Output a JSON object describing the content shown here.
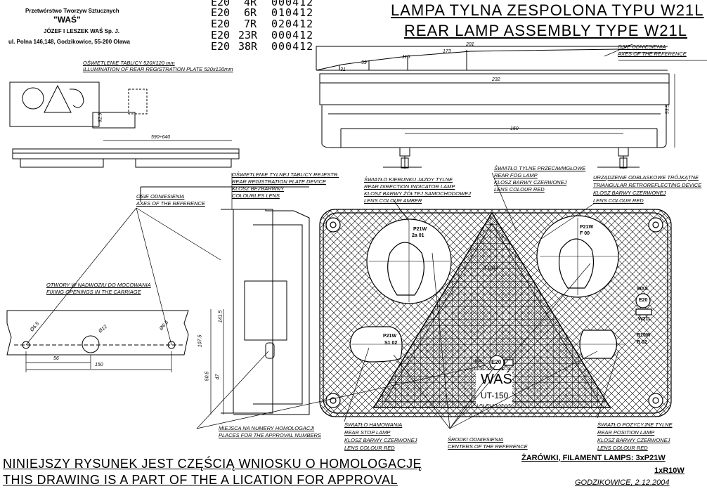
{
  "company": {
    "line1": "Przetwórstwo Tworzyw Sztucznych",
    "name": "\"WAŚ\"",
    "owners": "JÓZEF I LESZEK WAŚ Sp. J.",
    "address": "ul. Polna 146,148, Godzikowice, 55-200 Oława"
  },
  "approvals": [
    {
      "mark": "E20",
      "code": "4R",
      "number": "000412"
    },
    {
      "mark": "E20",
      "code": "6R",
      "number": "010412"
    },
    {
      "mark": "E20",
      "code": "7R",
      "number": "020412"
    },
    {
      "mark": "E20",
      "code": "23R",
      "number": "000412"
    },
    {
      "mark": "E20",
      "code": "38R",
      "number": "000412"
    }
  ],
  "title": {
    "pl": "LAMPA TYLNA ZESPOLONA TYPU W21L",
    "en": "REAR LAMP ASSEMBLY TYPE W21L"
  },
  "plate_illumination": {
    "pl": "OŚWIETLENIE TABLICY 520X120 mm",
    "en": "ILLUMINATION OF REAR REGISTRATION PLATE 520x120mm",
    "dim_height": "62.5",
    "dim_width": "590÷640"
  },
  "top_view_dims": [
    "201",
    "173",
    "116",
    "59",
    "31",
    "232",
    "53.5",
    "150"
  ],
  "reference_axes_top": {
    "pl": "OSIE ODNIESIENIA",
    "en": "AXES OF THE REFERENCE"
  },
  "callouts": {
    "plate_device": {
      "l1": "OŚWIETLENIE TYLNEJ TABLICY REJESTR.",
      "l2": "REAR REGISTRATION PLATE DEVICE",
      "l3": "KLOSZ BEZBARWNY",
      "l4": "COLOURLES LENS"
    },
    "direction": {
      "l1": "ŚWIATŁO KIERUNKU JAZDY TYLNE",
      "l2": "REAR DIRECTION INDICATOR LAMP",
      "l3": "KLOSZ BARWY ŻÓŁTEJ SAMOCHODOWEJ",
      "l4": "LENS COLOUR AMBER"
    },
    "fog": {
      "l1": "ŚWIATŁO TYLNE PRZECIWMGŁOWE",
      "l2": "REAR FOG LAMP",
      "l3": "KLOSZ BARWY CZERWONEJ",
      "l4": "LENS COLOUR RED"
    },
    "retro": {
      "l1": "URZĄDZENIE ODBLASKOWE TRÓJKĄTNE",
      "l2": "TRIANGULAR RETROREFLECTING DEVICE",
      "l3": "KLOSZ BARWY CZERWONEJ",
      "l4": "LENS COLOUR RED"
    },
    "axes": {
      "l1": "OSIE ODNIESIENIA",
      "l2": "AXES OF THE REFERENCE"
    },
    "fixing": {
      "l1": "OTWORY W NADWOZIU DO MOCOWANIA",
      "l2": "FIXING OPENINGS IN THE CARRIAGE"
    },
    "approval_place": {
      "l1": "MIEJSCA NA NUMERY HOMOLOGACJI",
      "l2": "PLACES FOR THE APPROVAL NUMBERS"
    },
    "stop": {
      "l1": "ŚWIATŁO HAMOWANIA",
      "l2": "REAR STOP LAMP",
      "l3": "KLOSZ BARWY CZERWONEJ",
      "l4": "LENS COLOUR RED"
    },
    "centers": {
      "l1": "ŚRODKI ODNIESIENIA",
      "l2": "CENTERS OF THE REFERENCE"
    },
    "position": {
      "l1": "ŚWIATŁO POZYCYJNE TYLNE",
      "l2": "REAR POSITION LAMP",
      "l3": "KLOSZ BARWY CZERWONEJ",
      "l4": "LENS COLOUR RED"
    }
  },
  "fixing_dims": [
    "Ø6.5",
    "Ø12",
    "Ø6.5",
    "56",
    "150"
  ],
  "side_dims": [
    "141.5",
    "107.5",
    "50.5",
    "47"
  ],
  "lamp_marks": {
    "dir_bulb": "P21W",
    "dir_code": "2a 01",
    "fog_bulb": "P21W",
    "fog_code": "F 00",
    "stop_bulb": "P21W",
    "stop_code": "S1 02",
    "pos_bulb": "R10W",
    "pos_code": "R 02",
    "was": "WAŚ",
    "e20": "E20",
    "w21l": "W21L",
    "top": "TOP",
    "center_mark": "E20",
    "ia": "IIIA",
    "logo": "WAŚ",
    "model": "UT-150"
  },
  "lamps_note": {
    "line1": "ŻARÓWKI, FILAMENT LAMPS: 3xP21W",
    "line2": "1xR10W"
  },
  "footer": {
    "pl": "NINIEJSZY RYSUNEK JEST CZĘŚCIĄ WNIOSKU O HOMOLOGACJĘ",
    "en": "THIS DRAWING IS A PART OF THE A   LICATION FOR APPROVAL",
    "place_date": "GODZIKOWICE, 2.12.2004"
  }
}
